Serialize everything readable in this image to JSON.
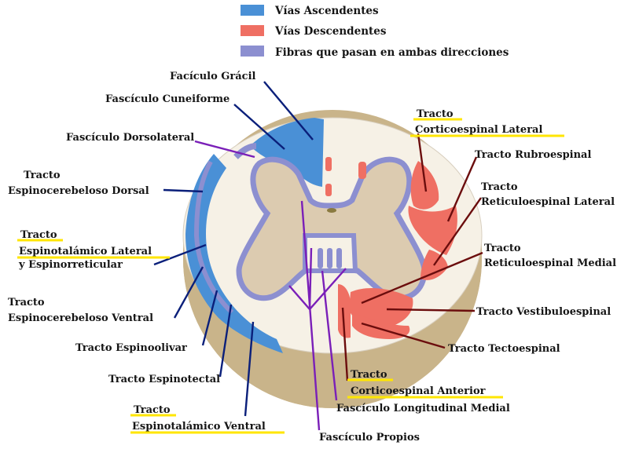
{
  "legend": [
    {
      "label": "Vías Ascendentes",
      "color": "#4a90d6"
    },
    {
      "label": "Vías Descendentes",
      "color": "#ef6f63"
    },
    {
      "label": "Fibras que pasan en ambas direcciones",
      "color": "#8c8fd0"
    }
  ],
  "colors": {
    "ascending": "#4a90d6",
    "descending": "#ef6f63",
    "both": "#8c8fd0",
    "gray_matter": "#dccbb0",
    "white_matter": "#f6f1e6",
    "highlight": "#ffe600",
    "line_blue": "#0a1f7a",
    "line_purple": "#7a1fb8",
    "line_red": "#6b0d0d"
  },
  "labels": {
    "faciculo_gracil": "Facículo Grácil",
    "fasciculo_cuneiforme": "Fascículo Cuneiforme",
    "fasciculo_dorsolateral": "Fascículo Dorsolateral",
    "espinocerebeloso_dorsal": [
      "Tracto",
      "Espinocerebeloso Dorsal"
    ],
    "espinotalamico_lateral": [
      "Tracto",
      "Espinotalámico Lateral",
      "y Espinorreticular"
    ],
    "espinocerebeloso_ventral": [
      "Tracto",
      "Espinocerebeloso Ventral"
    ],
    "espinoolivar": "Tracto Espinoolivar",
    "espinotectal": "Tracto Espinotectal",
    "espinotalamico_ventral": [
      "Tracto",
      "Espinotalámico Ventral"
    ],
    "fasciculo_propios": "Fascículo Propios",
    "fasciculo_longitudinal_medial": "Fascículo Longitudinal Medial",
    "corticoespinal_anterior": [
      "Tracto",
      "Corticoespinal Anterior"
    ],
    "tectoespinal": "Tracto Tectoespinal",
    "vestibuloespinal": "Tracto Vestibuloespinal",
    "reticuloespinal_medial": [
      "Tracto",
      "Reticuloespinal Medial"
    ],
    "reticuloespinal_lateral": [
      "Tracto",
      "Reticuloespinal Lateral"
    ],
    "rubroespinal": "Tracto Rubroespinal",
    "corticoespinal_lateral": [
      "Tracto",
      "Corticoespinal Lateral"
    ]
  }
}
